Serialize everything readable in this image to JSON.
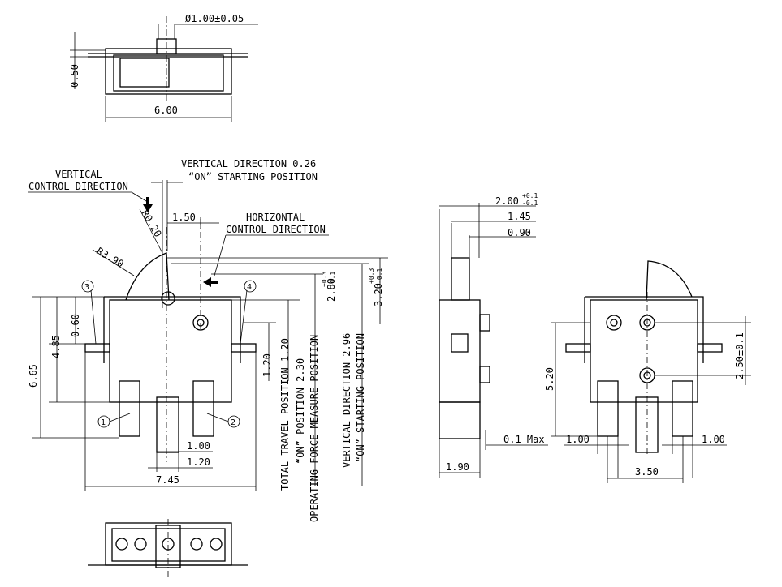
{
  "top_view": {
    "pin_dia": "Ø1.00±0.05",
    "height": "0.50",
    "width": "6.00"
  },
  "front_view": {
    "vertical_control": [
      "VERTICAL",
      "CONTROL DIRECTION"
    ],
    "vertical_direction": [
      "VERTICAL DIRECTION 0.26",
      "“ON” STARTING POSITION"
    ],
    "horizontal_control": [
      "HORIZONTAL",
      "CONTROL DIRECTION"
    ],
    "r_tip": "R0.20",
    "r_body": "R3.90",
    "dim_150": "1.50",
    "dim_280_main": "2.80",
    "dim_280_tol_top": "+0.3",
    "dim_280_tol_bot": "-0.1",
    "dim_320_main": "3.20",
    "dim_320_tol_top": "+0.3",
    "dim_320_tol_bot": "-0.1",
    "dim_060": "0.60",
    "dim_485": "4.85",
    "dim_665": "6.65",
    "dim_120_left": "1.20",
    "dim_100": "1.00",
    "dim_120_bot": "1.20",
    "dim_745": "7.45",
    "pin_labels": [
      "1",
      "2",
      "3",
      "4"
    ],
    "positions": [
      "TOTAL TRAVEL POSITION  1.20",
      "“ON” POSITION 2.30",
      "OPERATING FORCE MEASURE POSITION",
      "VERTICAL DIRECTION 2.96",
      "“ON” STARTING POSITION"
    ]
  },
  "side_view": {
    "dim_200": "2.00",
    "dim_200_tol_top": "+0.1",
    "dim_200_tol_bot": "-0.1",
    "dim_145": "1.45",
    "dim_090": "0.90",
    "dim_01max": "0.1 Max",
    "dim_190": "1.90"
  },
  "rear_view": {
    "dim_100_left": "1.00",
    "dim_100_right": "1.00",
    "dim_250": "2.50±0.1",
    "dim_520": "5.20",
    "dim_350": "3.50"
  }
}
